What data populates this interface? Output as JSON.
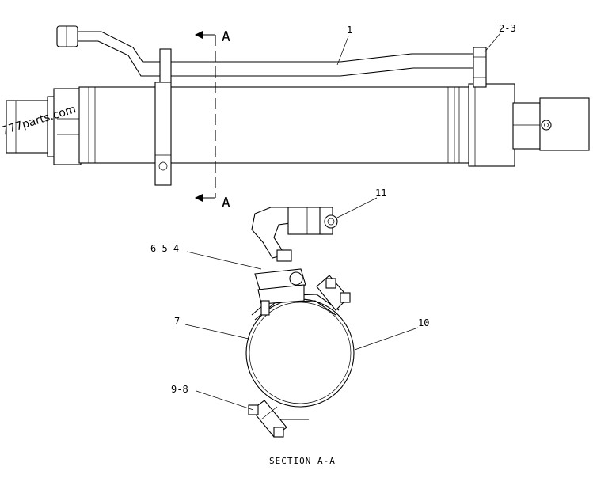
{
  "diagram": {
    "watermark": "777parts.com",
    "section_marker_top": "A",
    "section_marker_bottom": "A",
    "caption": "SECTION A-A",
    "callouts": [
      {
        "id": "callout-1",
        "label": "1"
      },
      {
        "id": "callout-2-3",
        "label": "2-3"
      },
      {
        "id": "callout-11",
        "label": "11"
      },
      {
        "id": "callout-6-5-4",
        "label": "6-5-4"
      },
      {
        "id": "callout-7",
        "label": "7"
      },
      {
        "id": "callout-10",
        "label": "10"
      },
      {
        "id": "callout-9-8",
        "label": "9-8"
      }
    ]
  }
}
